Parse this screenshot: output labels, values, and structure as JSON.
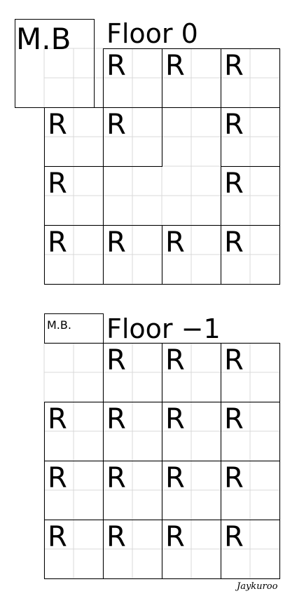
{
  "floors": [
    {
      "title": "Floor  0",
      "mb_label": "M.B",
      "room_label": "R",
      "rooms": [
        [
          1,
          0
        ],
        [
          2,
          0
        ],
        [
          3,
          0
        ],
        [
          0,
          1
        ],
        [
          1,
          1
        ],
        [
          3,
          1
        ],
        [
          0,
          2
        ],
        [
          3,
          2
        ],
        [
          0,
          3
        ],
        [
          1,
          3
        ],
        [
          2,
          3
        ],
        [
          3,
          3
        ]
      ]
    },
    {
      "title": "Floor  −1",
      "mb_label": "M.B.",
      "room_label": "R",
      "rooms": [
        [
          1,
          0
        ],
        [
          2,
          0
        ],
        [
          3,
          0
        ],
        [
          0,
          1
        ],
        [
          1,
          1
        ],
        [
          2,
          1
        ],
        [
          3,
          1
        ],
        [
          0,
          2
        ],
        [
          1,
          2
        ],
        [
          2,
          2
        ],
        [
          3,
          2
        ],
        [
          0,
          3
        ],
        [
          1,
          3
        ],
        [
          2,
          3
        ],
        [
          3,
          3
        ]
      ]
    }
  ],
  "signature": "Jaykuroo",
  "colors": {
    "line": "#000000",
    "grid": "#d9d9d9",
    "background": "#ffffff"
  }
}
